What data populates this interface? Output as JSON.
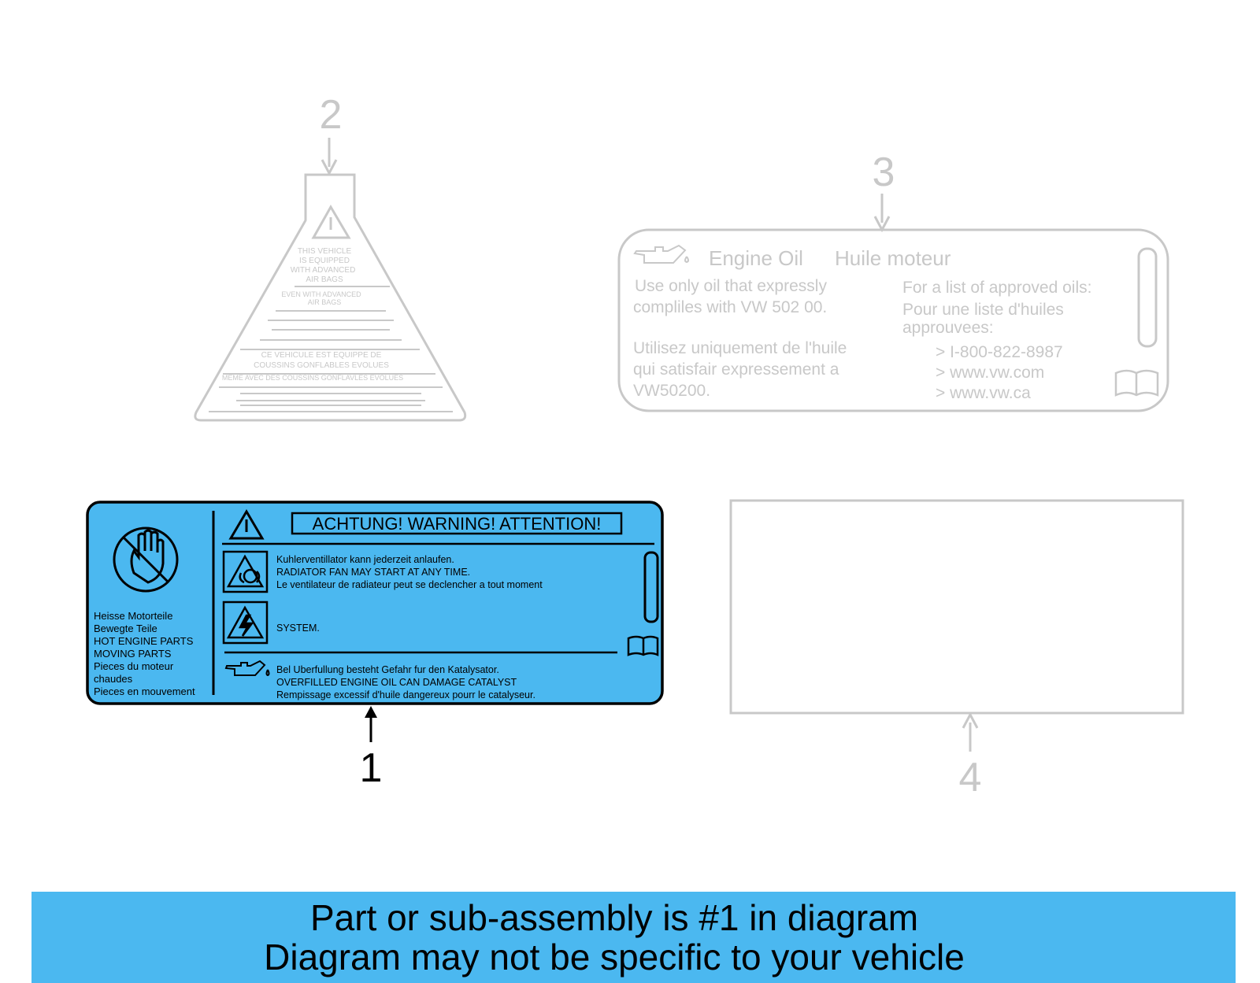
{
  "callouts": {
    "c1": "1",
    "c2": "2",
    "c3": "3",
    "c4": "4"
  },
  "part1": {
    "header": "ACHTUNG! WARNING! ATTENTION!",
    "left_lines": [
      "Heisse Motorteile",
      "Bewegte Teile",
      "HOT ENGINE PARTS",
      "MOVING PARTS",
      "Pieces du moteur",
      "chaudes",
      "Pieces en mouvement"
    ],
    "fan_lines": [
      "Kuhlerventillator kann jederzeit anlaufen.",
      "RADIATOR FAN MAY START AT ANY TIME.",
      "Le ventilateur de radiateur peut se declencher a tout moment"
    ],
    "system": "SYSTEM.",
    "oil_lines": [
      "Bel Uberfullung besteht Gefahr fur den Katalysator.",
      "OVERFILLED ENGINE OIL CAN DAMAGE CATALYST",
      "Rempissage excessif d'huile dangereux pourr le catalyseur."
    ],
    "fill_color": "#4bb8f0"
  },
  "part2": {
    "lines": [
      "THIS VEHICLE",
      "IS EQUIPPED",
      "WITH ADVANCED",
      "AIR BAGS",
      "EVEN WITH ADVANCED",
      "AIR BAGS",
      "CE VEHICULE EST EQUIPPE DE",
      "COUSSINS GONFLABLES EVOLUES",
      "MEME AVEC DES COUSSINS GONFLAVLES EVOLUES"
    ]
  },
  "part3": {
    "title_en": "Engine Oil",
    "title_fr": "Huile moteur",
    "left_lines": [
      "Use only oil that expressly",
      "compliles with VW 502 00.",
      "Utilisez uniquement de l'huile",
      "qui satisfair expressement a",
      "VW50200."
    ],
    "right_lines": [
      "For a list of approved oils:",
      "Pour une liste d'huiles",
      "approuvees:",
      "> I-800-822-8987",
      "> www.vw.com",
      "> www.vw.ca"
    ]
  },
  "banner": {
    "line1": "Part or sub-assembly is #1 in diagram",
    "line2": "Diagram may not be specific to your vehicle"
  },
  "colors": {
    "faded": "#c8c8c8",
    "highlight": "#4bb8f0",
    "ink": "#000000"
  }
}
